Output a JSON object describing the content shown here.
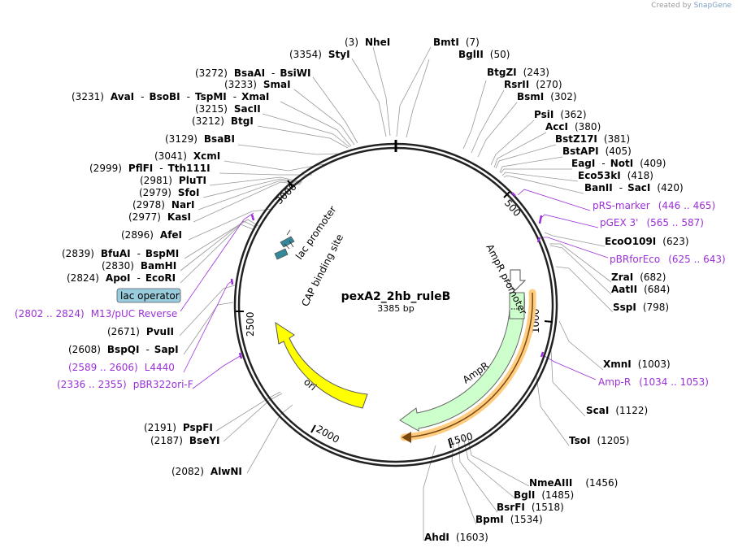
{
  "credit": {
    "prefix": "Created by",
    "brand": "SnapGene"
  },
  "plasmid": {
    "name": "pexA2_2hb_ruleB",
    "length_label": "3385 bp",
    "length": 3385
  },
  "ticks": [
    "500",
    "1000",
    "1500",
    "2000",
    "2500",
    "3000"
  ],
  "sites": [
    {
      "name": "NheI",
      "pos": "(3)"
    },
    {
      "name": "StyI",
      "pos": "(3354)"
    },
    {
      "name": "BmtI",
      "pos": "(7)"
    },
    {
      "name": "BglII",
      "pos": "(50)"
    },
    {
      "name": "BsaAI",
      "pos": "(3272)",
      "name2": "BsiWI"
    },
    {
      "name": "SmaI",
      "pos": "(3233)"
    },
    {
      "name": "AvaI",
      "pos": "(3231)",
      "name2": "BsoBI",
      "name3": "TspMI",
      "name4": "XmaI"
    },
    {
      "name": "SacII",
      "pos": "(3215)"
    },
    {
      "name": "BtgI",
      "pos": "(3212)"
    },
    {
      "name": "BsaBI",
      "pos": "(3129)"
    },
    {
      "name": "XcmI",
      "pos": "(3041)"
    },
    {
      "name": "PflFI",
      "pos": "(2999)",
      "name2": "Tth111I"
    },
    {
      "name": "PluTI",
      "pos": "(2981)"
    },
    {
      "name": "SfoI",
      "pos": "(2979)"
    },
    {
      "name": "NarI",
      "pos": "(2978)"
    },
    {
      "name": "KasI",
      "pos": "(2977)"
    },
    {
      "name": "AfeI",
      "pos": "(2896)"
    },
    {
      "name": "BfuAI",
      "pos": "(2839)",
      "name2": "BspMI"
    },
    {
      "name": "BamHI",
      "pos": "(2830)"
    },
    {
      "name": "ApoI",
      "pos": "(2824)",
      "name2": "EcoRI"
    },
    {
      "name": "PvuII",
      "pos": "(2671)"
    },
    {
      "name": "BspQI",
      "pos": "(2608)",
      "name2": "SapI"
    },
    {
      "name": "PspFI",
      "pos": "(2191)"
    },
    {
      "name": "BseYI",
      "pos": "(2187)"
    },
    {
      "name": "AlwNI",
      "pos": "(2082)"
    },
    {
      "name": "BtgZI",
      "pos": "(243)"
    },
    {
      "name": "RsrII",
      "pos": "(270)"
    },
    {
      "name": "BsmI",
      "pos": "(302)"
    },
    {
      "name": "PsiI",
      "pos": "(362)"
    },
    {
      "name": "AccI",
      "pos": "(380)"
    },
    {
      "name": "BstZ17I",
      "pos": "(381)"
    },
    {
      "name": "BstAPI",
      "pos": "(405)"
    },
    {
      "name": "EagI",
      "pos": "(409)",
      "name2": "NotI"
    },
    {
      "name": "Eco53kI",
      "pos": "(418)"
    },
    {
      "name": "BanII",
      "pos": "(420)",
      "name2": "SacI"
    },
    {
      "name": "EcoO109I",
      "pos": "(623)"
    },
    {
      "name": "ZraI",
      "pos": "(682)"
    },
    {
      "name": "AatII",
      "pos": "(684)"
    },
    {
      "name": "SspI",
      "pos": "(798)"
    },
    {
      "name": "XmnI",
      "pos": "(1003)"
    },
    {
      "name": "ScaI",
      "pos": "(1122)"
    },
    {
      "name": "TsoI",
      "pos": "(1205)"
    },
    {
      "name": "NmeAIII",
      "pos": "(1456)"
    },
    {
      "name": "BglI",
      "pos": "(1485)"
    },
    {
      "name": "BsrFI",
      "pos": "(1518)"
    },
    {
      "name": "BpmI",
      "pos": "(1534)"
    },
    {
      "name": "AhdI",
      "pos": "(1603)"
    }
  ],
  "primers": [
    {
      "name": "pRS-marker",
      "range": "(446 .. 465)"
    },
    {
      "name": "pGEX 3'",
      "range": "(565 .. 587)"
    },
    {
      "name": "pBRforEco",
      "range": "(625 .. 643)"
    },
    {
      "name": "Amp-R",
      "range": "(1034 .. 1053)"
    },
    {
      "name": "M13/pUC Reverse",
      "range": "(2802 .. 2824)"
    },
    {
      "name": "L4440",
      "range": "(2589 .. 2606)"
    },
    {
      "name": "pBR322ori-F",
      "range": "(2336 .. 2355)"
    }
  ],
  "features": [
    {
      "name": "lac operator"
    },
    {
      "name": "lac promoter"
    },
    {
      "name": "CAP binding site"
    },
    {
      "name": "AmpR promoter"
    },
    {
      "name": "AmpR"
    },
    {
      "name": "ori"
    }
  ],
  "colors": {
    "primer": "#9b30d9",
    "ampr": "#ccffcc",
    "ori": "#ffff00",
    "orf": "#ffcc80",
    "lac_operator": "#99ccdd",
    "lac_promoter": "#338899",
    "line": "#999999",
    "backbone": "#222222"
  }
}
